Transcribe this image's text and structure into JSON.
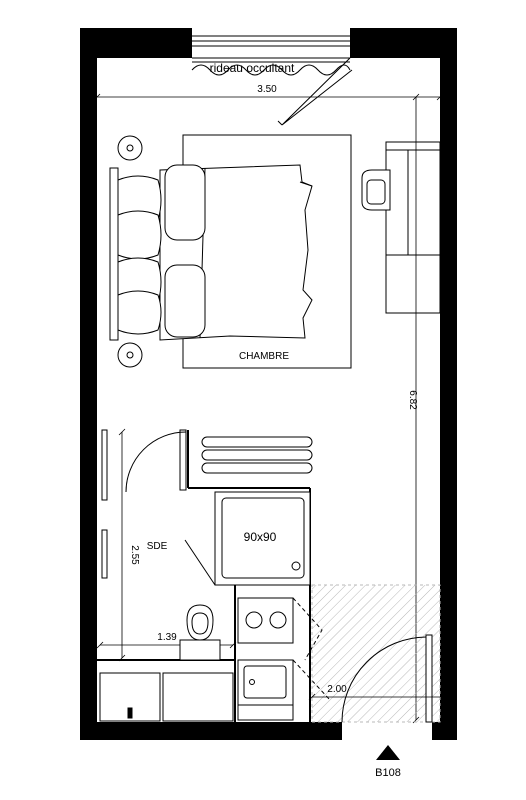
{
  "labels": {
    "curtain": "rideau occultant",
    "room": "CHAMBRE",
    "bathroom": "SDE",
    "shower": "90x90",
    "unit": "B108"
  },
  "dimensions": {
    "room_width": "3.50",
    "room_length": "6.82",
    "bath_height": "2.55",
    "bath_width": "1.39",
    "entry_width": "2.00"
  },
  "colors": {
    "wall": "#000000",
    "line": "#000000",
    "hatch": "#b8b8b8"
  }
}
